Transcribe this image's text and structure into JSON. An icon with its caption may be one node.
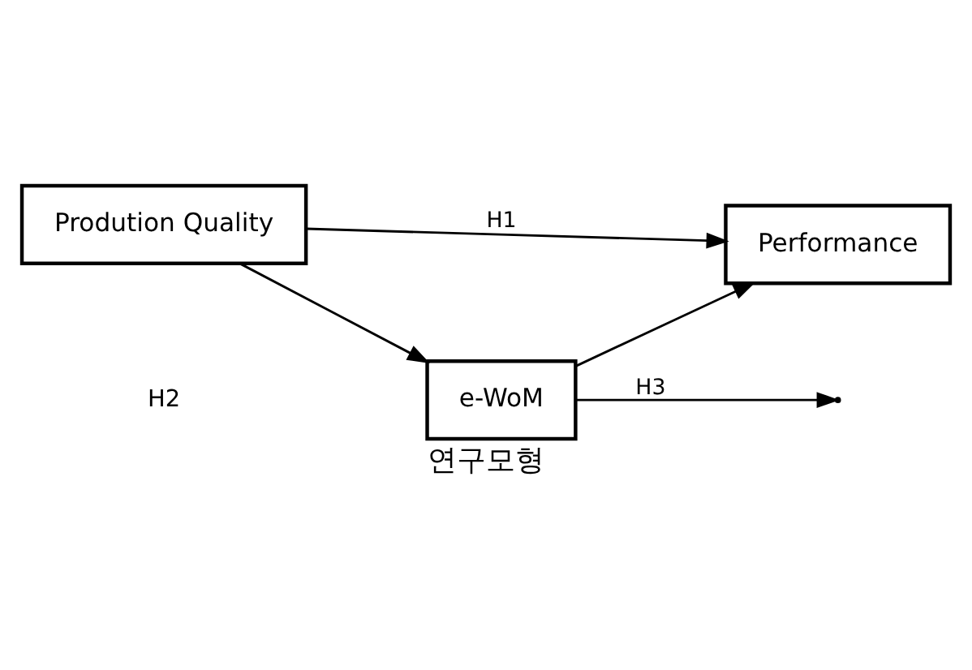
{
  "diagram": {
    "caption": "연구모형",
    "nodes": [
      {
        "text": [
          "e-WoM"
        ]
      },
      {
        "text": [
          "Prodution Quality"
        ]
      },
      {
        "text": [
          "Performance"
        ]
      }
    ],
    "edges": [
      {
        "from": 1,
        "to": 0,
        "arrow": "to"
      },
      {
        "from": 0,
        "to": 2,
        "arrow": "to"
      },
      {
        "from": 1,
        "to": 2,
        "arrow": "to",
        "label": "H1"
      },
      {
        "from": 0,
        "to": null,
        "arrow": "to",
        "label": "H3"
      }
    ],
    "labels": [
      "H2"
    ]
  }
}
